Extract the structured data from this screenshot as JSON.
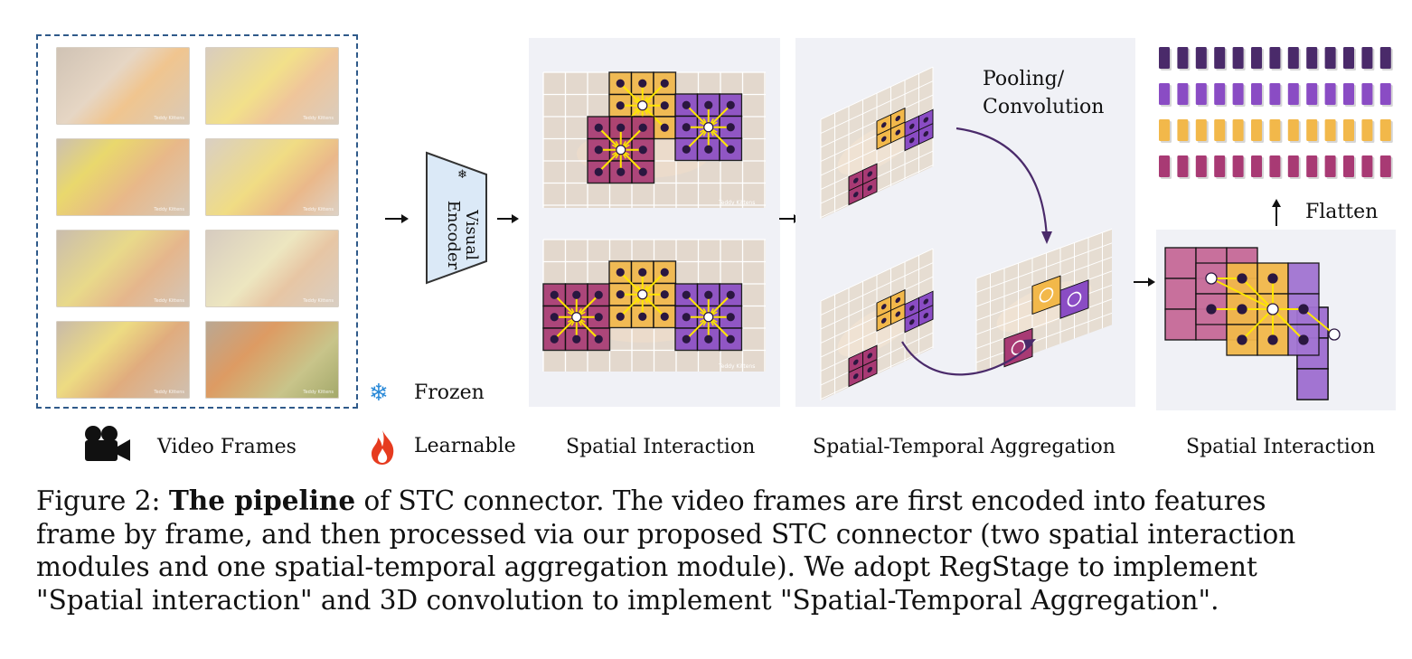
{
  "figure": {
    "frames": [
      {
        "watermark": "Teddy Kittens"
      },
      {
        "watermark": "Teddy Kittens"
      },
      {
        "watermark": "Teddy Kittens"
      },
      {
        "watermark": "Teddy Kittens"
      },
      {
        "watermark": "Teddy Kittens"
      },
      {
        "watermark": "Teddy Kittens"
      },
      {
        "watermark": "Teddy Kittens"
      },
      {
        "watermark": "Teddy Kittens"
      }
    ],
    "encoder_label": "Visual Encoder",
    "encoder_label_line1": "Visual",
    "encoder_label_line2": "Encoder",
    "legend": {
      "frozen": "Frozen",
      "learnable": "Learnable",
      "video_frames": "Video Frames"
    },
    "stage_labels": {
      "spatial_interaction_1": "Spatial Interaction",
      "spatial_temporal_aggregation": "Spatial-Temporal Aggregation",
      "spatial_interaction_2": "Spatial Interaction"
    },
    "annotations": {
      "pooling_line1": "Pooling/",
      "pooling_line2": "Convolution",
      "flatten": "Flatten"
    },
    "panel_watermark": "Teddy Kittens",
    "colors": {
      "dark_purple": "#4a2a6a",
      "purple": "#8a4cc4",
      "yellow": "#f2b84a",
      "magenta": "#a83a74",
      "star": "#ffe600",
      "frame_border": "#2f5a8a"
    }
  },
  "caption": {
    "prefix": "Figure 2: ",
    "bold": "The pipeline",
    "line1_rest": " of STC connector. The video frames are first encoded into features",
    "line2": "frame by frame, and then processed via our proposed STC connector (two spatial interaction",
    "line3": "modules and one spatial-temporal aggregation module). We adopt RegStage to implement",
    "line4": "\"Spatial interaction\" and 3D convolution to implement \"Spatial-Temporal Aggregation\"."
  }
}
